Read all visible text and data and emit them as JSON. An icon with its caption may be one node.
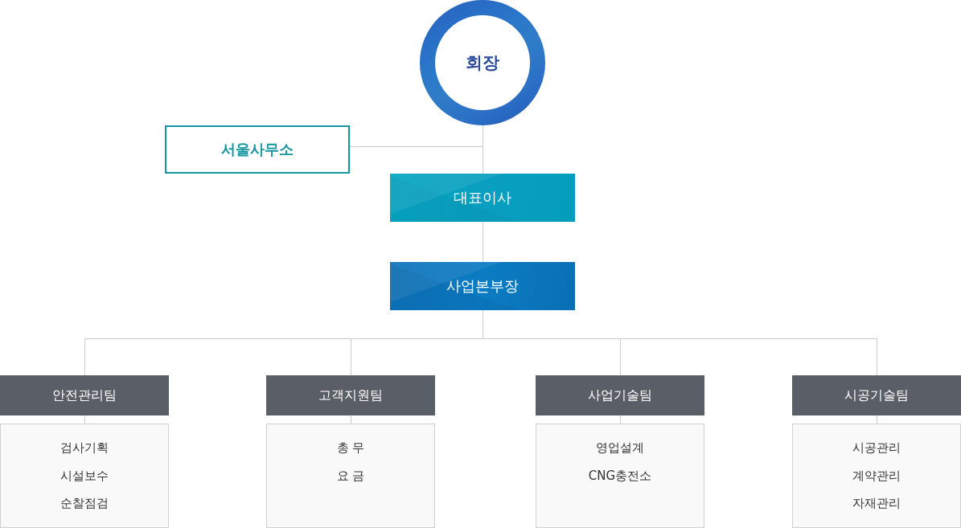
{
  "diagram": {
    "nodes": [
      {
        "text": [
          "회장"
        ]
      },
      {
        "text": [
          "서울사무소"
        ]
      },
      {
        "text": [
          "대표이사"
        ]
      },
      {
        "text": [
          "사업본부장"
        ]
      },
      {
        "text": [
          "안전관리팀"
        ]
      },
      {
        "text": [
          "검사기획",
          "시설보수",
          "순찰점검"
        ]
      },
      {
        "text": [
          "고객지원팀"
        ]
      },
      {
        "text": [
          "총 무",
          "요 금"
        ]
      },
      {
        "text": [
          "사업기술팀"
        ]
      },
      {
        "text": [
          "영업설계",
          "CNG충전소"
        ]
      },
      {
        "text": [
          "시공기술팀"
        ]
      },
      {
        "text": [
          "시공관리",
          "계약관리",
          "자재관리"
        ]
      }
    ],
    "edges": [
      {
        "from": 0,
        "to": 1,
        "arrow": "none"
      },
      {
        "from": 0,
        "to": 2,
        "arrow": "none"
      },
      {
        "from": 2,
        "to": 3,
        "arrow": "none"
      },
      {
        "from": 3,
        "to": 4,
        "arrow": "none"
      },
      {
        "from": 3,
        "to": 6,
        "arrow": "none"
      },
      {
        "from": 3,
        "to": 8,
        "arrow": "none"
      },
      {
        "from": 3,
        "to": 10,
        "arrow": "none"
      },
      {
        "from": 4,
        "to": 5,
        "arrow": "none"
      },
      {
        "from": 6,
        "to": 7,
        "arrow": "none"
      },
      {
        "from": 8,
        "to": 9,
        "arrow": "none"
      },
      {
        "from": 10,
        "to": 11,
        "arrow": "none"
      }
    ]
  }
}
